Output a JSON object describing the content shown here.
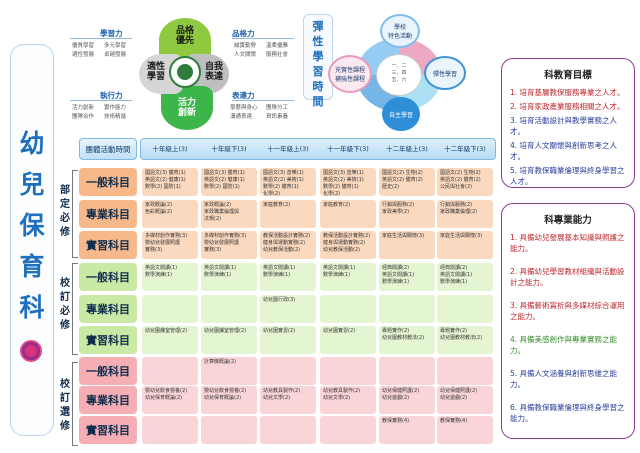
{
  "dept_title": [
    "幼",
    "兒",
    "保",
    "育",
    "科"
  ],
  "wheel": {
    "top": "品格\n優先",
    "right": "自我\n表達",
    "bottom": "活力\n創新",
    "left": "適性\n學習",
    "labels": {
      "tl": "學習力",
      "tr": "品格力",
      "bl": "執行力",
      "br": "表達力"
    },
    "small": {
      "tl_a": "優質學習\n適性發展",
      "tl_b": "多元學習\n卓越發展",
      "tr_a": "誠實勤勞\n人文關懷",
      "tr_b": "溫柔優雅\n服務社會",
      "bl_a": "活力創新\n團隊合作",
      "bl_b": "實作能力\n技術精進",
      "br_a": "學藝與身心\n溝通表達",
      "br_b": "團隊分工\n資訊素養"
    }
  },
  "vertical_box": [
    "彈",
    "性",
    "學",
    "習",
    "時",
    "間"
  ],
  "diagram": {
    "top": "學校\n特色活動",
    "left": "充實性課程\n補強性課程",
    "right": "彈性學習",
    "bottom": "自主學習",
    "inner": "一、二\n三、四\n五、六"
  },
  "panel1": {
    "title": "科教育目標",
    "items": [
      {
        "text": "1. 培育基層教保服務專業之人才。",
        "color": "#c0272d"
      },
      {
        "text": "2. 培育家政產業服務相關之人才。",
        "color": "#c0272d"
      },
      {
        "text": "3. 培育活動設計與教學實務之人才。",
        "color": "#2a3f9a"
      },
      {
        "text": "4. 培育人文關懷與創新思考之人才。",
        "color": "#2a3f9a"
      },
      {
        "text": "5. 培育教保職業倫理與終身學習之人才。",
        "color": "#2a3f9a"
      }
    ]
  },
  "panel2": {
    "title": "科專業能力",
    "items": [
      {
        "text": "1. 具備幼兒發展基本知識與照護之能力。",
        "color": "#c0272d"
      },
      {
        "text": "2. 具備幼兒學習教材組織與活動設計之能力。",
        "color": "#c0272d"
      },
      {
        "text": "3. 具備藝術賞析與多媒材綜合運用之能力。",
        "color": "#c0272d"
      },
      {
        "text": "4. 具備美感創作與專業實務之能力。",
        "color": "#3a8d2f"
      },
      {
        "text": "5. 具備人文涵養與創新思維之能力。",
        "color": "#2a3f9a"
      },
      {
        "text": "6. 具備教保職業倫理與終身學習之能力。",
        "color": "#2a3f9a"
      }
    ]
  },
  "table": {
    "first_header": "團體活動時間",
    "headers": [
      "十年級上(3)",
      "十年級下(3)",
      "十一年級上(3)",
      "十一年級下(3)",
      "十二年級上(3)",
      "十二年級下(3)"
    ],
    "sections": [
      {
        "label": [
          "部",
          "定",
          "必",
          "修"
        ],
        "rows": [
          "一般科目",
          "專業科目",
          "實習科目"
        ]
      },
      {
        "label": [
          "校",
          "訂",
          "必",
          "修"
        ],
        "rows": [
          "一般科目",
          "專業科目",
          "實習科目"
        ]
      },
      {
        "label": [
          "校",
          "訂",
          "選",
          "修"
        ],
        "rows": [
          "一般科目",
          "專業科目",
          "實習科目"
        ]
      }
    ],
    "cells": [
      [
        "國語文(3) 體育(1)\n英語文(2) 健康(1)\n數學(2) 國防(1)",
        "國語文(3) 體育(1)\n英語文(2) 健康(1)\n數學(2) 國防(1)",
        "國語文(3) 音樂(1)\n英語文(2) 美術(1)\n數學(2) 體育(1)\n化學(2)",
        "國語文(3) 音樂(1)\n英語文(2) 美術(1)\n數學(2) 體育(1)\n化學(2)",
        "國語文(2) 生物(2)\n英語文(2) 體育(2)\n歷史(2)",
        "國語文(2) 生物(2)\n英語文(2) 體育(2)\n公民與社會(2)"
      ],
      [
        "家政概論(2)\n色彩概論(2)",
        "家政概論(2)\n家政職業倫理與\n法規(2)",
        "家庭教育(2)",
        "家庭教育(2)",
        "行銷與服務(2)\n家政美學(2)",
        "行銷與服務(2)\n家政職業倫理(2)"
      ],
      [
        "多媒材創作實務(3)\n嬰幼兒發展照護\n實務(3)",
        "多媒材創作實務(3)\n嬰幼兒發展照護\n實務(3)",
        "教保活動設計實務(2)\n健身與運動實務(2)\n幼兒教保活動(2)",
        "教保活動設計實務(2)\n健身與運動實務(2)\n幼兒教保活動(2)",
        "家庭生活與關懷(3)",
        "家庭生活與關懷(3)"
      ],
      [
        "英語文閱讀(1)\n數學演練(1)",
        "英語文閱讀(1)\n數學演練(1)",
        "英語文閱讀(1)\n數學演練(1)",
        "英語文閱讀(1)\n數學演練(1)",
        "經典閱讀(2)\n英語文閱讀(1)\n數學演練(1)",
        "經典閱讀(2)\n英語文閱讀(1)\n數學演練(1)"
      ],
      [
        "",
        "",
        "幼兒園行政(3)",
        "",
        "",
        ""
      ],
      [
        "幼兒園課室管理(2)",
        "幼兒園課室管理(2)",
        "幼兒園實習(2)",
        "幼兒園實習(2)",
        "專題實作(2)\n幼兒園教材教法(2)",
        "專題實作(2)\n幼兒園教材教法(2)"
      ],
      [
        "",
        "計算機概論(2)",
        "",
        "",
        "",
        ""
      ],
      [
        "嬰幼兒飲食營養(2)\n幼兒保育概論(2)",
        "嬰幼兒飲食營養(2)\n幼兒保育概論(2)",
        "幼兒教具製作(2)\n幼兒文學(2)",
        "幼兒教具製作(2)\n幼兒文學(2)",
        "幼兒保健照護(2)\n幼兒遊戲(2)",
        "幼兒保健照護(2)\n幼兒遊戲(2)"
      ],
      [
        "",
        "",
        "",
        "",
        "教保實務(4)",
        "教保實務(4)"
      ]
    ]
  },
  "colors": {
    "sec1": "#f7b98a",
    "sec1_cell": "#fbd9bf",
    "sec2": "#c9eaa5",
    "sec2_cell": "#e4f5d1",
    "sec3": "#f5aeb3",
    "sec3_cell": "#fad5d8"
  }
}
